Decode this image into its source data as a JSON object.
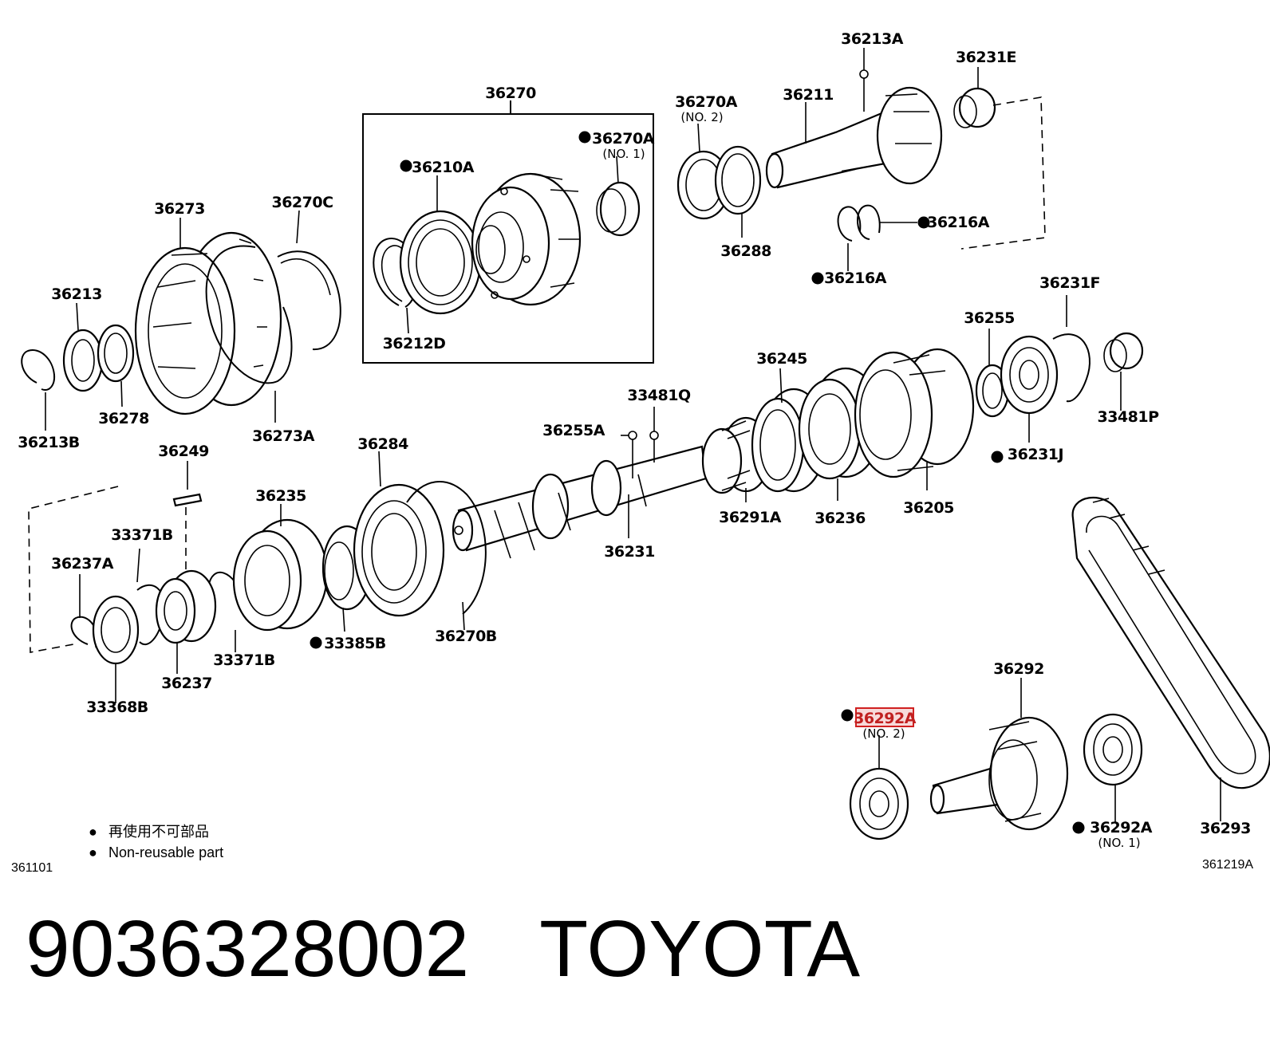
{
  "footer": {
    "part_number": "9036328002",
    "brand": "TOYOTA"
  },
  "diagram": {
    "highlighted_part": "36292A",
    "illustration_code_left": "361101",
    "illustration_code_right": "361219A",
    "legend": {
      "dot_symbol": "●",
      "japanese": "再使用不可部品",
      "english": "Non-reusable part"
    },
    "labels": {
      "l36270": "36270",
      "l36213A": "36213A",
      "l36231E": "36231E",
      "l36270A_no2": "36270A",
      "no2_a": "(NO. 2)",
      "l36211": "36211",
      "l36270A_no1": "36270A",
      "no1_a": "(NO. 1)",
      "l36210A": "36210A",
      "l36273": "36273",
      "l36270C": "36270C",
      "l36212D": "36212D",
      "l36288": "36288",
      "l36216A_a": "36216A",
      "l36216A_b": "36216A",
      "l36213": "36213",
      "l36278": "36278",
      "l36213B": "36213B",
      "l36273A": "36273A",
      "l36231F": "36231F",
      "l36255": "36255",
      "l36245": "36245",
      "l33481Q": "33481Q",
      "l33481P": "33481P",
      "l36255A": "36255A",
      "l36231J": "36231J",
      "l36249": "36249",
      "l36284": "36284",
      "l36235": "36235",
      "l33371B_a": "33371B",
      "l36237A": "36237A",
      "l36291A": "36291A",
      "l36236": "36236",
      "l36205": "36205",
      "l36231": "36231",
      "l36270B": "36270B",
      "l33385B": "33385B",
      "l33371B_b": "33371B",
      "l36237": "36237",
      "l33368B": "33368B",
      "l36292": "36292",
      "l36292A_no2": "36292A",
      "no2_b": "(NO. 2)",
      "l36293": "36293",
      "l36292A_no1": "36292A",
      "no1_b": "(NO. 1)"
    }
  }
}
